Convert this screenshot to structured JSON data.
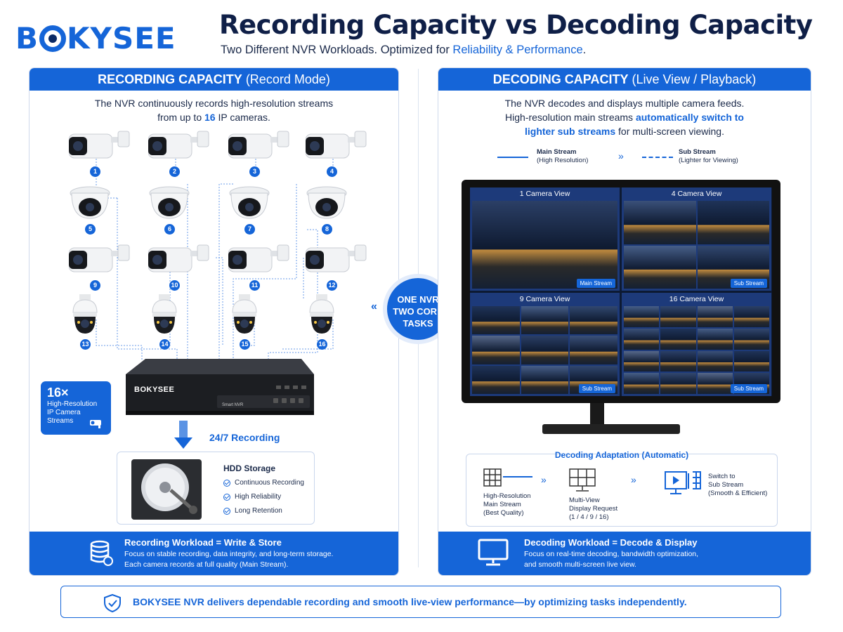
{
  "brand": {
    "name_left": "B",
    "name_right": "KYSEE"
  },
  "header": {
    "title": "Recording Capacity vs Decoding Capacity",
    "subtitle_prefix": "Two Different NVR Workloads. Optimized for ",
    "subtitle_highlight": "Reliability & Performance",
    "subtitle_suffix": "."
  },
  "left": {
    "head_bold": "RECORDING CAPACITY",
    "head_rest": " (Record Mode)",
    "desc_line1": "The NVR continuously records high-resolution streams",
    "desc_line2_pre": "from up to ",
    "desc_line2_num": "16",
    "desc_line2_post": " IP cameras.",
    "cameras": [
      "1",
      "2",
      "3",
      "4",
      "5",
      "6",
      "7",
      "8",
      "9",
      "10",
      "11",
      "12",
      "13",
      "14",
      "15",
      "16"
    ],
    "badge_count": "16×",
    "badge_l1": "High-Resolution",
    "badge_l2": "IP Camera",
    "badge_l3": "Streams",
    "nvr_brand": "BOKYSEE",
    "nvr_label": "Smart NVR",
    "recording_label": "24/7 Recording",
    "hdd_title": "HDD Storage",
    "hdd_items": [
      "Continuous Recording",
      "High Reliability",
      "Long Retention"
    ],
    "foot_title": "Recording Workload = Write & Store",
    "foot_l1": "Focus on stable recording, data integrity, and long-term storage.",
    "foot_l2": "Each camera records at full quality (Main Stream)."
  },
  "center": {
    "l1": "ONE NVR",
    "l2": "TWO CORE",
    "l3": "TASKS"
  },
  "right": {
    "head_bold": "DECODING CAPACITY",
    "head_rest": " (Live View / Playback)",
    "desc_line1": "The NVR decodes and displays multiple camera feeds.",
    "desc_line2_pre": "High-resolution main streams ",
    "desc_line2_hl": "automatically switch to",
    "desc_line3_hl": "lighter sub streams",
    "desc_line3_post": " for multi-screen viewing.",
    "legend_main": "Main Stream",
    "legend_main_sub": "(High Resolution)",
    "legend_sub": "Sub Stream",
    "legend_sub_sub": "(Lighter for Viewing)",
    "views": [
      {
        "title": "1 Camera View",
        "tag": "Main Stream"
      },
      {
        "title": "4 Camera View",
        "tag": "Sub Stream"
      },
      {
        "title": "9 Camera View",
        "tag": "Sub Stream"
      },
      {
        "title": "16 Camera View",
        "tag": "Sub Stream"
      }
    ],
    "adapt_title": "Decoding Adaptation (Automatic)",
    "step1": [
      "High-Resolution",
      "Main Stream",
      "(Best Quality)"
    ],
    "step2": [
      "Multi-View",
      "Display Request",
      "(1 / 4 / 9 / 16)"
    ],
    "step3": [
      "Switch to",
      "Sub Stream",
      "(Smooth & Efficient)"
    ],
    "foot_title": "Decoding Workload = Decode & Display",
    "foot_l1": "Focus on real-time decoding, bandwidth optimization,",
    "foot_l2": "and smooth multi-screen live view."
  },
  "banner": "BOKYSEE NVR delivers dependable recording and smooth live-view performance—by optimizing tasks independently.",
  "colors": {
    "primary": "#1565d8",
    "dark": "#0f1f47"
  }
}
